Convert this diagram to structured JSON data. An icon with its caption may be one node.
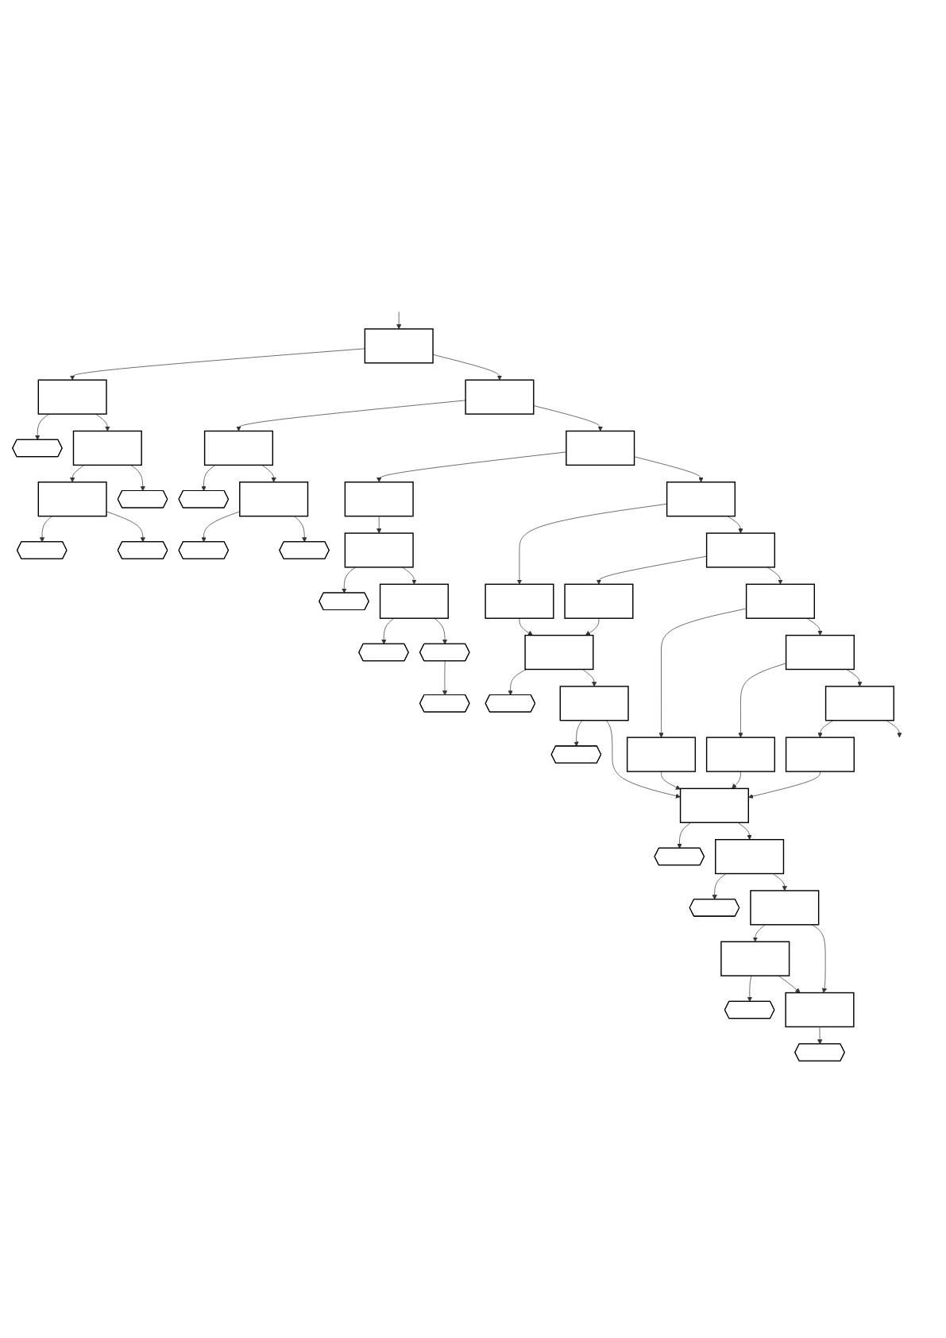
{
  "diagram": {
    "nodes": [
      {
        "text": [],
        "shape": "box"
      },
      {
        "text": [],
        "shape": "box"
      },
      {
        "text": [],
        "shape": "octagon"
      },
      {
        "text": [],
        "shape": "box"
      },
      {
        "text": [],
        "shape": "box"
      },
      {
        "text": [],
        "shape": "octagon"
      },
      {
        "text": [],
        "shape": "octagon"
      },
      {
        "text": [],
        "shape": "octagon"
      },
      {
        "text": [],
        "shape": "box"
      },
      {
        "text": [],
        "shape": "box"
      },
      {
        "text": [],
        "shape": "octagon"
      },
      {
        "text": [],
        "shape": "box"
      },
      {
        "text": [],
        "shape": "octagon"
      },
      {
        "text": [],
        "shape": "octagon"
      },
      {
        "text": [],
        "shape": "box"
      },
      {
        "text": [],
        "shape": "box"
      },
      {
        "text": [],
        "shape": "box"
      },
      {
        "text": [],
        "shape": "octagon"
      },
      {
        "text": [],
        "shape": "box"
      },
      {
        "text": [],
        "shape": "octagon"
      },
      {
        "text": [],
        "shape": "octagon"
      },
      {
        "text": [],
        "shape": "octagon"
      },
      {
        "text": [],
        "shape": "box"
      },
      {
        "text": [],
        "shape": "box"
      },
      {
        "text": [],
        "shape": "box"
      },
      {
        "text": [],
        "shape": "box"
      },
      {
        "text": [],
        "shape": "box"
      },
      {
        "text": [],
        "shape": "octagon"
      },
      {
        "text": [],
        "shape": "box"
      },
      {
        "text": [],
        "shape": "octagon"
      },
      {
        "text": [],
        "shape": "box"
      },
      {
        "text": [],
        "shape": "box"
      },
      {
        "text": [],
        "shape": "box"
      },
      {
        "text": [],
        "shape": "box"
      },
      {
        "text": [],
        "shape": "box"
      },
      {
        "text": [],
        "shape": "box"
      },
      {
        "text": [],
        "shape": "box"
      },
      {
        "text": [],
        "shape": "octagon"
      },
      {
        "text": [],
        "shape": "box"
      },
      {
        "text": [],
        "shape": "octagon"
      },
      {
        "text": [],
        "shape": "box"
      },
      {
        "text": [],
        "shape": "box"
      },
      {
        "text": [],
        "shape": "octagon"
      },
      {
        "text": [],
        "shape": "box"
      },
      {
        "text": [],
        "shape": "octagon"
      }
    ],
    "edges": [
      {
        "from": null,
        "to": 0,
        "arrow": "to"
      },
      {
        "from": 0,
        "to": 1,
        "arrow": "to"
      },
      {
        "from": 1,
        "to": 2,
        "arrow": "to"
      },
      {
        "from": 1,
        "to": 3,
        "arrow": "to"
      },
      {
        "from": 3,
        "to": 4,
        "arrow": "to"
      },
      {
        "from": 4,
        "to": 5,
        "arrow": "to"
      },
      {
        "from": 4,
        "to": 6,
        "arrow": "to"
      },
      {
        "from": 3,
        "to": 7,
        "arrow": "to"
      },
      {
        "from": 0,
        "to": 8,
        "arrow": "to"
      },
      {
        "from": 8,
        "to": 9,
        "arrow": "to"
      },
      {
        "from": 9,
        "to": 10,
        "arrow": "to"
      },
      {
        "from": 9,
        "to": 11,
        "arrow": "to"
      },
      {
        "from": 11,
        "to": 12,
        "arrow": "to"
      },
      {
        "from": 11,
        "to": 13,
        "arrow": "to"
      },
      {
        "from": 8,
        "to": 14,
        "arrow": "to"
      },
      {
        "from": 14,
        "to": 15,
        "arrow": "to"
      },
      {
        "from": 15,
        "to": 16,
        "arrow": "to"
      },
      {
        "from": 16,
        "to": 17,
        "arrow": "to"
      },
      {
        "from": 16,
        "to": 18,
        "arrow": "to"
      },
      {
        "from": 18,
        "to": 19,
        "arrow": "to"
      },
      {
        "from": 18,
        "to": 20,
        "arrow": "to"
      },
      {
        "from": 20,
        "to": 21,
        "arrow": "to"
      },
      {
        "from": 14,
        "to": 22,
        "arrow": "to"
      },
      {
        "from": 22,
        "to": 23,
        "arrow": "to"
      },
      {
        "from": 23,
        "to": 26,
        "arrow": "to"
      },
      {
        "from": 22,
        "to": 24,
        "arrow": "to"
      },
      {
        "from": 24,
        "to": 25,
        "arrow": "to"
      },
      {
        "from": 25,
        "to": 26,
        "arrow": "to"
      },
      {
        "from": 26,
        "to": 27,
        "arrow": "to"
      },
      {
        "from": 26,
        "to": 28,
        "arrow": "to"
      },
      {
        "from": 28,
        "to": 29,
        "arrow": "to"
      },
      {
        "from": 28,
        "to": 36,
        "arrow": "to"
      },
      {
        "from": 24,
        "to": 30,
        "arrow": "to"
      },
      {
        "from": 30,
        "to": 31,
        "arrow": "to"
      },
      {
        "from": 30,
        "to": 32,
        "arrow": "to"
      },
      {
        "from": 32,
        "to": 33,
        "arrow": "to"
      },
      {
        "from": 32,
        "to": 34,
        "arrow": "to"
      },
      {
        "from": 34,
        "to": 35,
        "arrow": "to"
      },
      {
        "from": 31,
        "to": 36,
        "arrow": "to"
      },
      {
        "from": 33,
        "to": 36,
        "arrow": "to"
      },
      {
        "from": 35,
        "to": 36,
        "arrow": "to"
      },
      {
        "from": 36,
        "to": 37,
        "arrow": "to"
      },
      {
        "from": 36,
        "to": 38,
        "arrow": "to"
      },
      {
        "from": 38,
        "to": 39,
        "arrow": "to"
      },
      {
        "from": 38,
        "to": 40,
        "arrow": "to"
      },
      {
        "from": 40,
        "to": 41,
        "arrow": "to"
      },
      {
        "from": 40,
        "to": 43,
        "arrow": "to"
      },
      {
        "from": 41,
        "to": 42,
        "arrow": "to"
      },
      {
        "from": 41,
        "to": 43,
        "arrow": "to"
      },
      {
        "from": 43,
        "to": 44,
        "arrow": "to"
      },
      {
        "from": 34,
        "to": null,
        "arrow": "to"
      }
    ]
  }
}
